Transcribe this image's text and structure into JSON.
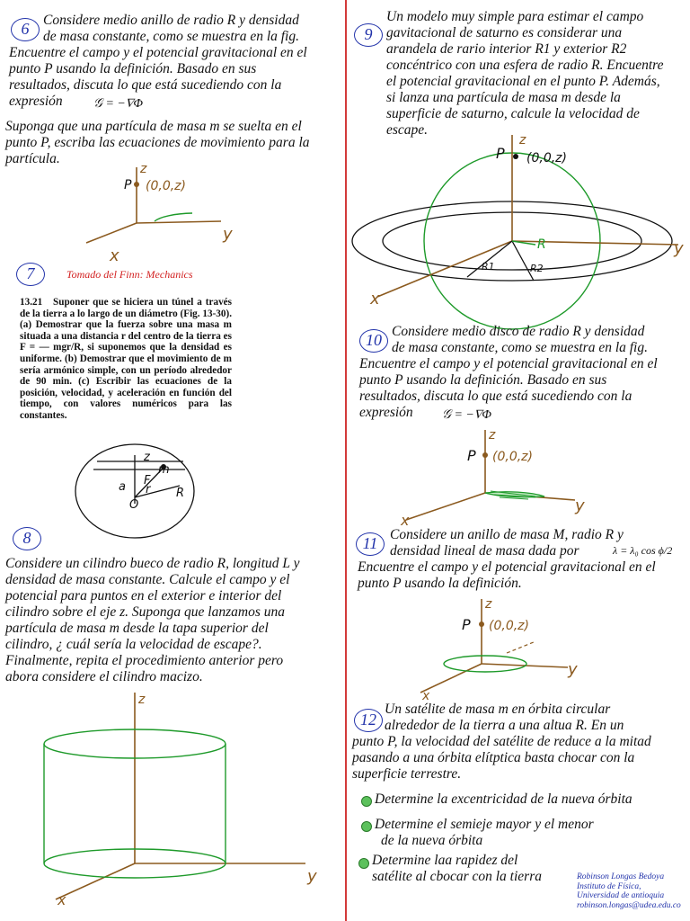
{
  "problems": {
    "p6": {
      "number": "6",
      "line1": "Considere medio anillo de radio R y densidad",
      "line2": "de masa constante, como se muestra en la fig.",
      "line3": "Encuentre el campo y el potencial gravitacional en el",
      "line4": "punto P usando la definición. Basado en sus",
      "line5": "resultados, discuta lo que está sucediendo con la",
      "line6": "expresión",
      "formula": "𝒢 = −∇Φ",
      "follow1": "Suponga que una partícula de masa m se suelta en el",
      "follow2": "punto P, escriba las ecuaciones de movimiento para la",
      "follow3": "partícula.",
      "fig_label_p": "P",
      "fig_label_coord": "(0,0,z)",
      "fig_z": "z",
      "fig_y": "y",
      "fig_x": "x"
    },
    "p7": {
      "number": "7",
      "source": "Tomado del Finn: Mechanics",
      "book_number": "13.21",
      "book_text": "Suponer que se hiciera un túnel a través de la tierra a lo largo de un diámetro (Fig. 13-30). (a) Demostrar que la fuerza sobre una masa m situada a una distancia r del centro de la tierra es F = — mgr/R, si suponemos que la densidad es uniforme. (b) Demostrar que el movimiento de m sería armónico simple, con un período alrededor de 90 min. (c) Escribir las ecuaciones de la posición, velocidad, y aceleración en función del tiempo, con valores numéricos para las constantes.",
      "fig_z": "z",
      "fig_m": "m",
      "fig_F": "F",
      "fig_r": "r",
      "fig_R": "R",
      "fig_a": "a",
      "fig_O": "O"
    },
    "p8": {
      "number": "8",
      "line1": "Considere un cilindro bueco de radio R, longitud L y",
      "line2": "densidad de masa constante. Calcule el campo y el",
      "line3": "potencial para puntos en el exterior e interior del",
      "line4": "cilindro sobre el eje z. Suponga que lanzamos una",
      "line5": "partícula de masa m desde la tapa superior del",
      "line6": "cilindro, ¿ cuál sería la velocidad de escape?.",
      "line7": "Finalmente, repita el procedimiento anterior pero",
      "line8": "abora considere el cilindro macizo.",
      "fig_z": "z",
      "fig_y": "y",
      "fig_x": "x"
    },
    "p9": {
      "number": "9",
      "line1": "Un modelo muy simple para estimar el campo",
      "line2": "gavitacional de saturno es considerar una",
      "line3": "arandela de rario interior R1 y exterior R2",
      "line4": "concéntrico con una esfera de radio R. Encuentre",
      "line5": "el potencial gravitacional en el punto P.  Además,",
      "line6": "si lanza una partícula de masa m desde la",
      "line7": "superficie de saturno, calcule la velocidad de",
      "line8": "escape.",
      "fig_p": "P",
      "fig_coord": "(0,0,z)",
      "fig_z": "z",
      "fig_y": "y",
      "fig_x": "x",
      "fig_R": "R",
      "fig_R1": "R1",
      "fig_R2": "R2"
    },
    "p10": {
      "number": "10",
      "line1": "Considere  medio disco de radio R y densidad",
      "line2": "de masa constante, como se muestra en la fig.",
      "line3": "Encuentre el campo y el potencial gravitacional en el",
      "line4": "punto P usando la definición. Basado en sus",
      "line5": "resultados, discuta lo que está sucediendo con la",
      "line6": "expresión",
      "formula": "𝒢 = −∇Φ",
      "fig_p": "P",
      "fig_coord": "(0,0,z)",
      "fig_z": "z",
      "fig_y": "y",
      "fig_x": "x"
    },
    "p11": {
      "number": "11",
      "line1": "Considere un anillo de masa M, radio R y",
      "line2": "densidad lineal de masa dada por",
      "formula": "λ = λ₀ cos ϕ/2",
      "line3": "Encuentre el campo y el potencial gravitacional en el",
      "line4": "punto P usando la definición.",
      "fig_p": "P",
      "fig_coord": "(0,0,z)",
      "fig_z": "z",
      "fig_y": "y",
      "fig_x": "x"
    },
    "p12": {
      "number": "12",
      "line1": "Un satélite de masa m en órbita circular",
      "line2": "alrededor de la tierra a una altua R. En un",
      "line3": "punto P, la velocidad del satélite de reduce a la mitad",
      "line4": "pasando a una órbita elítptica basta chocar con la",
      "line5": "superficie terrestre.",
      "bullets": [
        "Determine la excentricidad de la nueva órbita",
        "Determine el semieje mayor y el menor",
        "de la nueva órbita",
        "Determine laa rapidez del",
        "satélite al cbocar con la tierra"
      ]
    }
  },
  "credit": {
    "line1": "Robinson Longas Bedoya",
    "line2": "Instituto de Física,",
    "line3": "Universidad de antioquia",
    "line4": "robinson.longas@udea.edu.co"
  },
  "colors": {
    "divider": "#d23a3a",
    "number_circle": "#2233aa",
    "axes": "#8b5a1f",
    "shape": "#1e9a2a",
    "source_text": "#d21e1e"
  }
}
